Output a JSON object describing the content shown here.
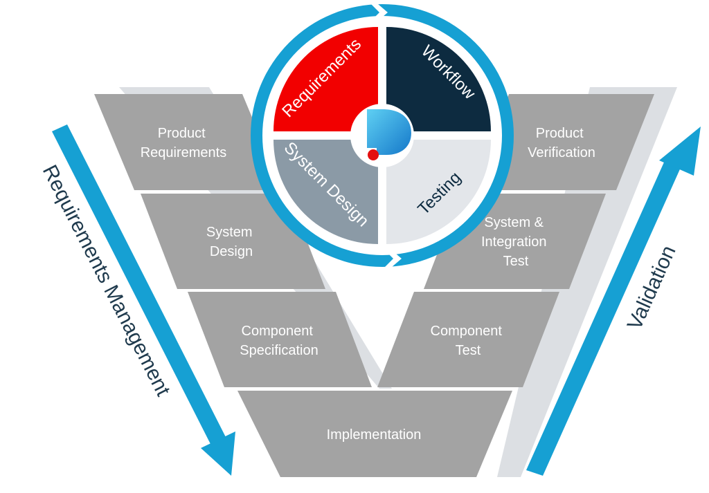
{
  "diagram": {
    "colors": {
      "block_fill": "#a3a3a3",
      "block_shadow": "#dcdfe3",
      "accent_blue": "#16a0d3",
      "dark_text": "#1f3a4d",
      "requirements_quadrant": "#f20000",
      "workflow_quadrant": "#0d2b40",
      "system_design_quadrant": "#8b9aa6",
      "testing_quadrant": "#e3e6ea"
    },
    "left_blocks": [
      {
        "lines": [
          "Product",
          "Requirements"
        ]
      },
      {
        "lines": [
          "System",
          "Design"
        ]
      },
      {
        "lines": [
          "Component",
          "Specification"
        ]
      }
    ],
    "right_blocks": [
      {
        "lines": [
          "Product",
          "Verification"
        ]
      },
      {
        "lines": [
          "System &",
          "Integration",
          "Test"
        ]
      },
      {
        "lines": [
          "Component",
          "Test"
        ]
      }
    ],
    "bottom_block": {
      "label": "Implementation"
    },
    "left_arrow": {
      "label": "Requirements Management",
      "direction": "down",
      "icon": "arrow-down-icon"
    },
    "right_arrow": {
      "label": "Validation",
      "direction": "up",
      "icon": "arrow-up-icon"
    },
    "wheel": {
      "quadrants": [
        {
          "label": "Requirements"
        },
        {
          "label": "Workflow"
        },
        {
          "label": "System Design"
        },
        {
          "label": "Testing"
        }
      ],
      "logo": "p-logo-icon",
      "cycle_icon": "cycle-arrows-icon"
    }
  }
}
